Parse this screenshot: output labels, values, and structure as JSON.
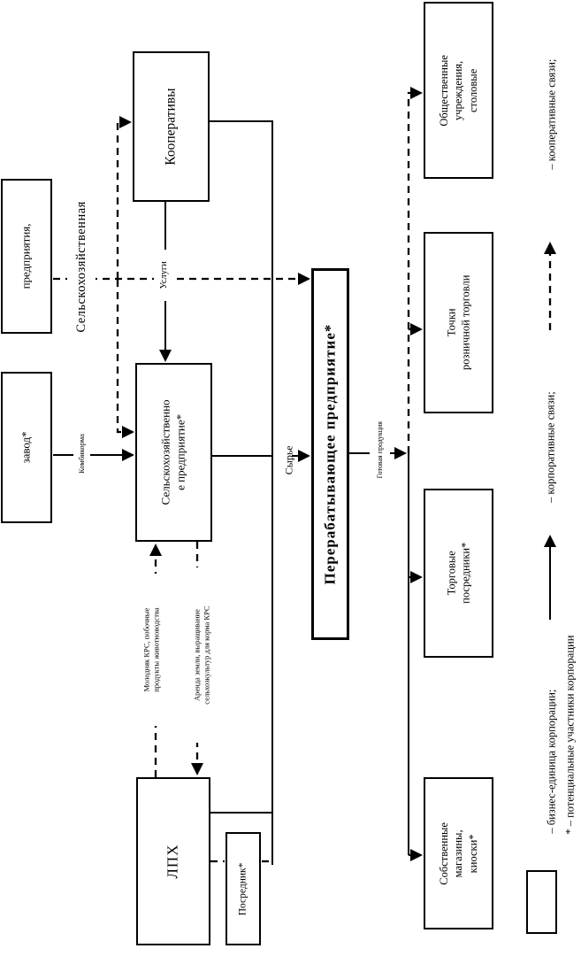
{
  "page": {
    "background": "#ffffff",
    "ink": "#000000"
  },
  "nodes": {
    "predpriyatiya": {
      "label": "предприятия,"
    },
    "zavod": {
      "label": "завод*"
    },
    "kooperativy": {
      "label": "Кооперативы"
    },
    "selhoz": {
      "label": "Сельскохозяйственно\nе предприятие*"
    },
    "pererab": {
      "label": "Перерабатывающее предприятие*"
    },
    "lph": {
      "label": "ЛПХ"
    },
    "posrednik": {
      "label": "Посредник*"
    },
    "obshchestvennye": {
      "label": "Общественные\nучреждения,\nстоловые"
    },
    "tochki": {
      "label": "Точки\nрозничной торговли"
    },
    "torgovye": {
      "label": "Торговые\nпосредники*"
    },
    "sobstvennye": {
      "label": "Собственные\nмагазины,\nкиоски*"
    }
  },
  "edge_labels": {
    "selhoz_products": "Сельскохозяйственная",
    "kombikorma": "Комбикорма",
    "uslugi": "Услуги",
    "syrye": "Сырье",
    "gotovaya": "Готовая продукция",
    "molodnyak": "Молодняк КРС, побочные\nпродукты животноводства",
    "arenda": "Аренда земли, выращивание\nсельхозкультур для корма КРС"
  },
  "legend": {
    "business_unit": "– бизнес-единица корпорации;",
    "corporate_links": "– корпоративные связи;",
    "cooperative_links": "– кооперативные связи;",
    "potential_members": "* – потенциальные участники корпорации"
  }
}
